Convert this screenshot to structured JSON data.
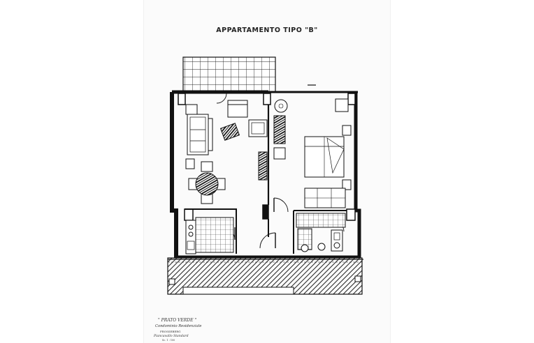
{
  "plan": {
    "title": "APPARTAMENTO TIPO \"B\"",
    "legend": {
      "line1": "\" PRATO VERDE \"",
      "line2": "Condominio Residenziale",
      "line3": "FROSSEBERG",
      "line4": "Piancavallo  Standard",
      "line5": "Sc. 1 : 100"
    }
  },
  "colors": {
    "ink": "#1c1c1c",
    "paper": "#fbfbfb",
    "hatch": "#3a3a3a"
  }
}
